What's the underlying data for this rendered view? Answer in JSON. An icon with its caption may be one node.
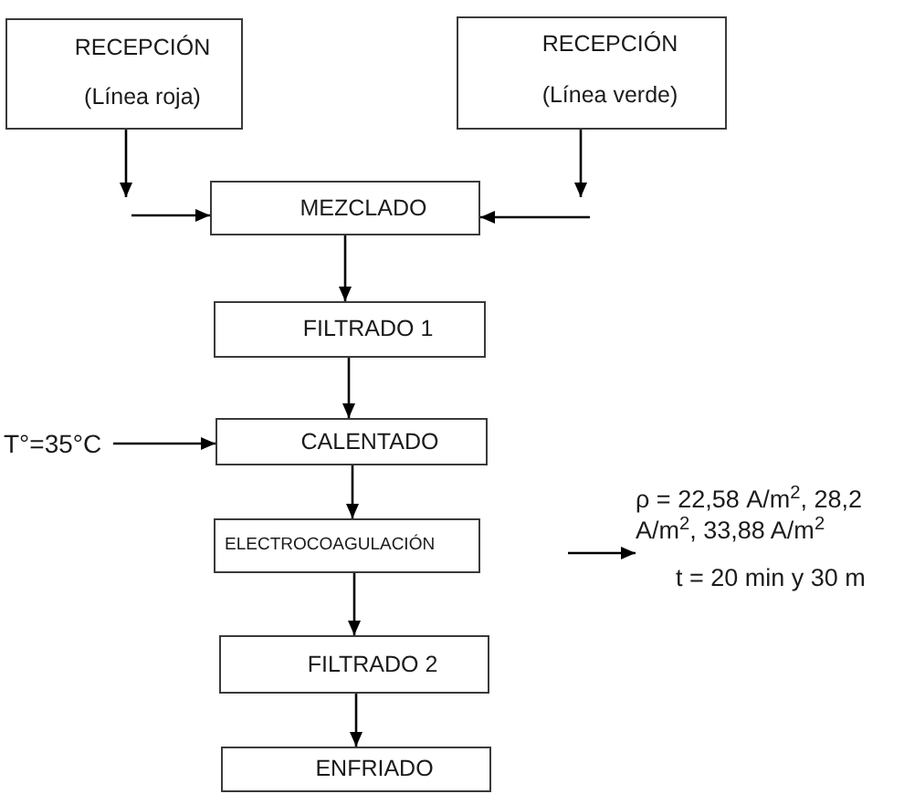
{
  "diagram": {
    "nodes": [
      {
        "text": [
          "RECEPCIÓN",
          "(Línea roja)"
        ]
      },
      {
        "text": [
          "RECEPCIÓN",
          "(Línea verde)"
        ]
      },
      {
        "text": [
          "MEZCLADO"
        ]
      },
      {
        "text": [
          "FILTRADO 1"
        ]
      },
      {
        "text": [
          "T°=35°C"
        ]
      },
      {
        "text": [
          "CALENTADO"
        ]
      },
      {
        "text": [
          "ELECTROCOAGULACIÓN"
        ]
      },
      {
        "text": [
          "ρ = 22,58 A/m$^{2}$, 28,2 A/m$^{2}$, 33,88 A/m$^{2}$",
          "t = 20 min y 30 m"
        ]
      },
      {
        "text": [
          "FILTRADO 2"
        ]
      },
      {
        "text": [
          "ENFRIADO"
        ]
      }
    ],
    "edges": [
      {
        "from": 0,
        "to": null,
        "arrow": "to"
      },
      {
        "from": null,
        "to": 2,
        "arrow": "to"
      },
      {
        "from": 1,
        "to": null,
        "arrow": "to"
      },
      {
        "from": null,
        "to": 2,
        "arrow": "to"
      },
      {
        "from": 2,
        "to": 3,
        "arrow": "to"
      },
      {
        "from": 3,
        "to": 5,
        "arrow": "to"
      },
      {
        "from": 4,
        "to": 5,
        "arrow": "to"
      },
      {
        "from": 5,
        "to": 6,
        "arrow": "to"
      },
      {
        "from": null,
        "to": 7,
        "arrow": "to"
      },
      {
        "from": 6,
        "to": 8,
        "arrow": "to"
      },
      {
        "from": 8,
        "to": 9,
        "arrow": "to"
      }
    ]
  }
}
